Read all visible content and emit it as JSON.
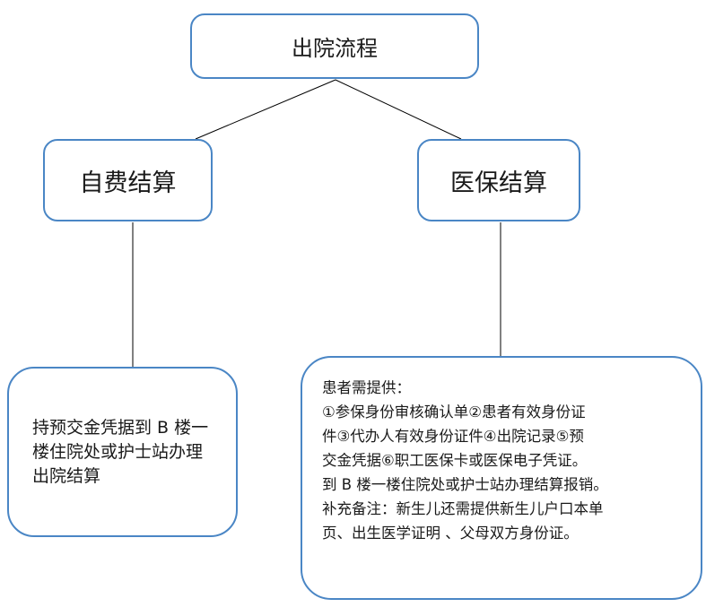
{
  "root": {
    "label": "出院流程"
  },
  "self_pay": {
    "label": "自费结算",
    "detail": "持预交金凭据到 B 楼一楼住院处或护士站办理出院结算"
  },
  "insurance": {
    "label": "医保结算",
    "detail_lines": [
      "患者需提供：",
      "①参保身份审核确认单②患者有效身份证",
      "件③代办人有效身份证件④出院记录⑤预",
      "交金凭据⑥职工医保卡或医保电子凭证。",
      "到 B 楼一楼住院处或护士站办理结算报销。",
      "补充备注：新生儿还需提供新生儿户口本单",
      "页、出生医学证明 、父母双方身份证。"
    ]
  },
  "colors": {
    "box_border": "#4a86c5",
    "connector": "#000000"
  }
}
